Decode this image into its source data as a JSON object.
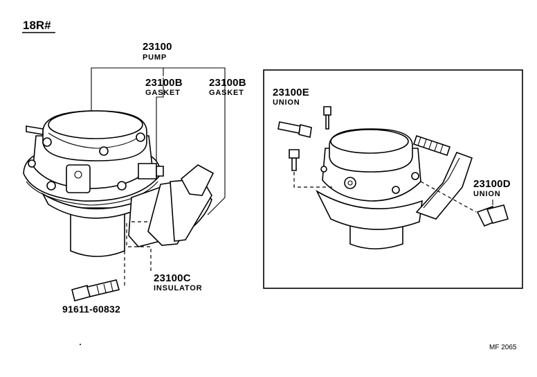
{
  "header": {
    "engine_code": "18R#"
  },
  "callouts": {
    "pump": {
      "number": "23100",
      "name": "PUMP"
    },
    "gasket_a": {
      "number": "23100B",
      "name": "GASKET"
    },
    "gasket_b": {
      "number": "23100B",
      "name": "GASKET"
    },
    "insulator": {
      "number": "23100C",
      "name": "INSULATOR"
    },
    "bolt": {
      "number": "91611-60832"
    },
    "union_e": {
      "number": "23100E",
      "name": "UNION"
    },
    "union_d": {
      "number": "23100D",
      "name": "UNION"
    }
  },
  "footer": {
    "figure_code": "MF 2065"
  }
}
